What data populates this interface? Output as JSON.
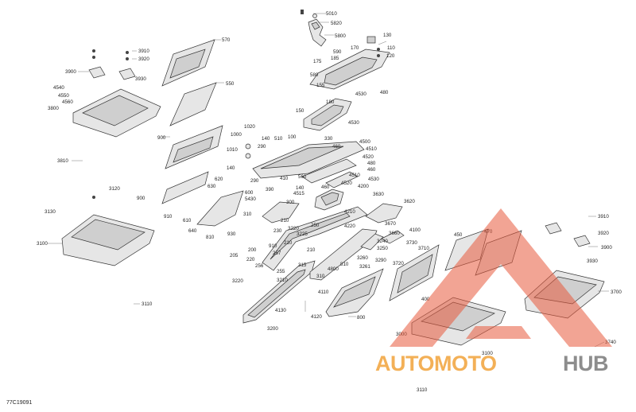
{
  "diagram": {
    "reference_code": "77C19091",
    "callouts": [
      {
        "id": "c5010",
        "text": "5010"
      },
      {
        "id": "c5820",
        "text": "5820"
      },
      {
        "id": "c5800",
        "text": "5800"
      },
      {
        "id": "c130",
        "text": "130"
      },
      {
        "id": "c110",
        "text": "110"
      },
      {
        "id": "c120",
        "text": "120"
      },
      {
        "id": "c590",
        "text": "590"
      },
      {
        "id": "c170",
        "text": "170"
      },
      {
        "id": "c175",
        "text": "175"
      },
      {
        "id": "c185",
        "text": "185"
      },
      {
        "id": "c580",
        "text": "580"
      },
      {
        "id": "c155",
        "text": "155"
      },
      {
        "id": "c4530a",
        "text": "4530"
      },
      {
        "id": "c480a",
        "text": "480"
      },
      {
        "id": "c180",
        "text": "180"
      },
      {
        "id": "c150",
        "text": "150"
      },
      {
        "id": "c4530b",
        "text": "4530"
      },
      {
        "id": "c570",
        "text": "570"
      },
      {
        "id": "c550",
        "text": "550"
      },
      {
        "id": "c900a",
        "text": "900"
      },
      {
        "id": "c3910a",
        "text": "3910"
      },
      {
        "id": "c3920a",
        "text": "3920"
      },
      {
        "id": "c3900a",
        "text": "3900"
      },
      {
        "id": "c3930a",
        "text": "3930"
      },
      {
        "id": "c4540",
        "text": "4540"
      },
      {
        "id": "c4550",
        "text": "4550"
      },
      {
        "id": "c4560",
        "text": "4560"
      },
      {
        "id": "c3800",
        "text": "3800"
      },
      {
        "id": "c3810",
        "text": "3810"
      },
      {
        "id": "c3120",
        "text": "3120"
      },
      {
        "id": "c3130",
        "text": "3130"
      },
      {
        "id": "c3100a",
        "text": "3100"
      },
      {
        "id": "c3110a",
        "text": "3110"
      },
      {
        "id": "c1020",
        "text": "1020"
      },
      {
        "id": "c1000",
        "text": "1000"
      },
      {
        "id": "c1010",
        "text": "1010"
      },
      {
        "id": "c140a",
        "text": "140"
      },
      {
        "id": "c290a",
        "text": "290"
      },
      {
        "id": "c510",
        "text": "510"
      },
      {
        "id": "c100",
        "text": "100"
      },
      {
        "id": "c140b",
        "text": "140"
      },
      {
        "id": "c290b",
        "text": "290"
      },
      {
        "id": "c330",
        "text": "330"
      },
      {
        "id": "c460a",
        "text": "460"
      },
      {
        "id": "c4500",
        "text": "4500"
      },
      {
        "id": "c4510a",
        "text": "4510"
      },
      {
        "id": "c4520a",
        "text": "4520"
      },
      {
        "id": "c480b",
        "text": "480"
      },
      {
        "id": "c460b",
        "text": "460"
      },
      {
        "id": "c4510b",
        "text": "4510"
      },
      {
        "id": "c4530c",
        "text": "4530"
      },
      {
        "id": "c410",
        "text": "410"
      },
      {
        "id": "c560",
        "text": "560"
      },
      {
        "id": "c460c",
        "text": "460"
      },
      {
        "id": "c4520b",
        "text": "4520"
      },
      {
        "id": "c4200",
        "text": "4200"
      },
      {
        "id": "c140c",
        "text": "140"
      },
      {
        "id": "c4515",
        "text": "4515"
      },
      {
        "id": "c390",
        "text": "390"
      },
      {
        "id": "c620",
        "text": "620"
      },
      {
        "id": "c630",
        "text": "630"
      },
      {
        "id": "c900b",
        "text": "900"
      },
      {
        "id": "c600",
        "text": "600"
      },
      {
        "id": "c5430",
        "text": "5430"
      },
      {
        "id": "c300",
        "text": "300"
      },
      {
        "id": "c910",
        "text": "910"
      },
      {
        "id": "c610",
        "text": "610"
      },
      {
        "id": "c640",
        "text": "640"
      },
      {
        "id": "c810a",
        "text": "810"
      },
      {
        "id": "c310a",
        "text": "310"
      },
      {
        "id": "c930",
        "text": "930"
      },
      {
        "id": "c210a",
        "text": "210"
      },
      {
        "id": "c250",
        "text": "250"
      },
      {
        "id": "c230",
        "text": "230"
      },
      {
        "id": "c3220a",
        "text": "3220"
      },
      {
        "id": "c3225",
        "text": "3225"
      },
      {
        "id": "c205",
        "text": "205"
      },
      {
        "id": "c200",
        "text": "200"
      },
      {
        "id": "c910b",
        "text": "910"
      },
      {
        "id": "c220",
        "text": "220"
      },
      {
        "id": "c257",
        "text": "257"
      },
      {
        "id": "c256",
        "text": "256"
      },
      {
        "id": "c255",
        "text": "255"
      },
      {
        "id": "c210b",
        "text": "210"
      },
      {
        "id": "c210c",
        "text": "210"
      },
      {
        "id": "c315",
        "text": "315"
      },
      {
        "id": "c310b",
        "text": "310"
      },
      {
        "id": "c3210",
        "text": "3210"
      },
      {
        "id": "c3220b",
        "text": "3220"
      },
      {
        "id": "c3200",
        "text": "3200"
      },
      {
        "id": "c4130",
        "text": "4130"
      },
      {
        "id": "c4110",
        "text": "4110"
      },
      {
        "id": "c4120",
        "text": "4120"
      },
      {
        "id": "c800",
        "text": "800"
      },
      {
        "id": "c810b",
        "text": "810"
      },
      {
        "id": "c4800",
        "text": "4800"
      },
      {
        "id": "c3261",
        "text": "3261"
      },
      {
        "id": "c3260",
        "text": "3260"
      },
      {
        "id": "c3290",
        "text": "3290"
      },
      {
        "id": "c3250",
        "text": "3250"
      },
      {
        "id": "c3240",
        "text": "3240"
      },
      {
        "id": "c4220",
        "text": "4220"
      },
      {
        "id": "c4210",
        "text": "4210"
      },
      {
        "id": "c3630",
        "text": "3630"
      },
      {
        "id": "c3620",
        "text": "3620"
      },
      {
        "id": "c3670",
        "text": "3670"
      },
      {
        "id": "c3660",
        "text": "3660"
      },
      {
        "id": "c4100",
        "text": "4100"
      },
      {
        "id": "c3730",
        "text": "3730"
      },
      {
        "id": "c3710",
        "text": "3710"
      },
      {
        "id": "c3720",
        "text": "3720"
      },
      {
        "id": "c400",
        "text": "400"
      },
      {
        "id": "c450",
        "text": "450"
      },
      {
        "id": "c470",
        "text": "470"
      },
      {
        "id": "c3910b",
        "text": "3910"
      },
      {
        "id": "c3920b",
        "text": "3920"
      },
      {
        "id": "c3900b",
        "text": "3900"
      },
      {
        "id": "c3930b",
        "text": "3930"
      },
      {
        "id": "c3700",
        "text": "3700"
      },
      {
        "id": "c3000",
        "text": "3000"
      },
      {
        "id": "c3100b",
        "text": "3100"
      },
      {
        "id": "c3740",
        "text": "3740"
      },
      {
        "id": "c3110b",
        "text": "3110"
      }
    ]
  },
  "watermark": {
    "text_part1": "AUTOMOTO",
    "text_part2": "HUB",
    "color_primary": "#e85a3c",
    "color_secondary": "#f2a33a",
    "color_dark": "#7a7a7a"
  }
}
